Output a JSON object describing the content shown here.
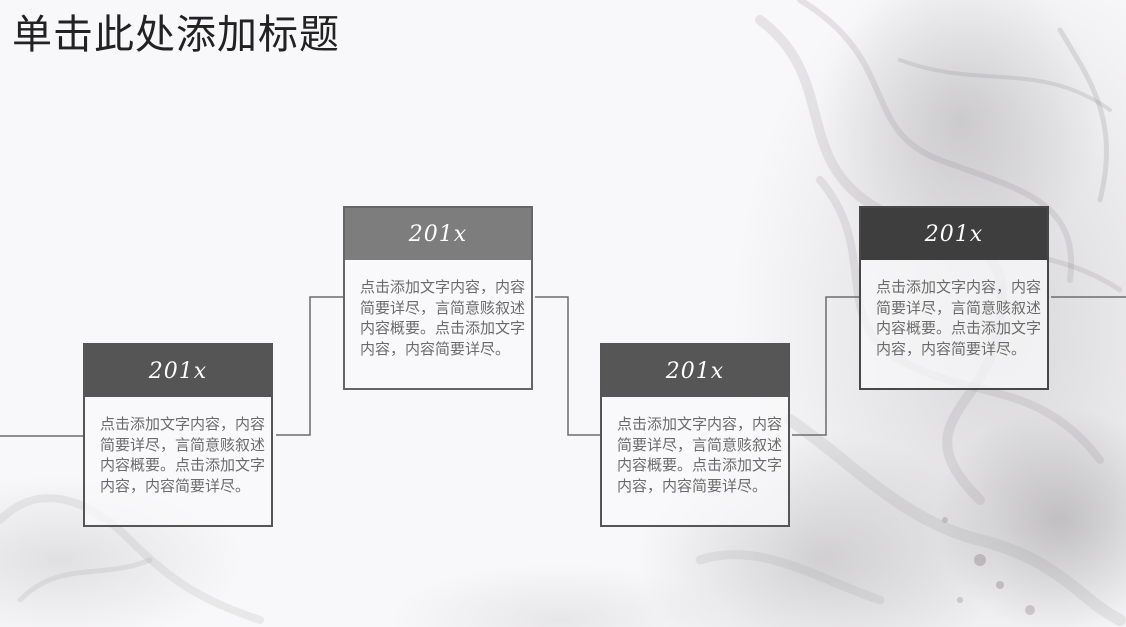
{
  "title": "单击此处添加标题",
  "colors": {
    "background": "#f8f7f9",
    "line": "#6d6d6d",
    "card_header_1": "#555555",
    "card_header_2": "#7d7d7d",
    "card_header_3": "#565656",
    "card_header_4": "#3e3e3e"
  },
  "cards": [
    {
      "year": "201x",
      "text": "点击添加文字内容，内容简要详尽，言简意赅叙述内容概要。点击添加文字内容，内容简要详尽。"
    },
    {
      "year": "201x",
      "text": "点击添加文字内容，内容简要详尽，言简意赅叙述内容概要。点击添加文字内容，内容简要详尽。"
    },
    {
      "year": "201x",
      "text": "点击添加文字内容，内容简要详尽，言简意赅叙述内容概要。点击添加文字内容，内容简要详尽。"
    },
    {
      "year": "201x",
      "text": "点击添加文字内容，内容简要详尽，言简意赅叙述内容概要。点击添加文字内容，内容简要详尽。"
    }
  ]
}
